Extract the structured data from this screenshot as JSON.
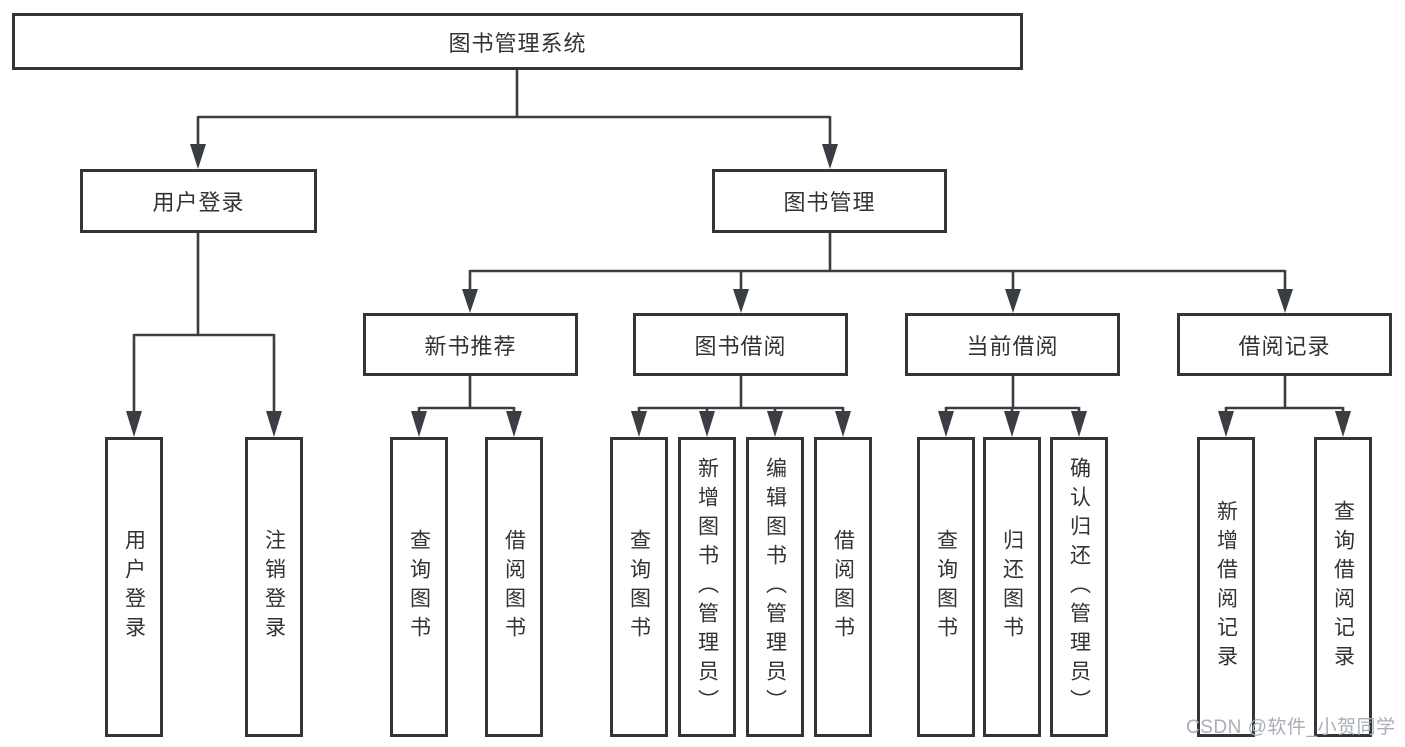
{
  "diagram": {
    "root": {
      "label": "图书管理系统"
    },
    "level2": [
      {
        "id": "user-login",
        "label": "用户登录"
      },
      {
        "id": "book-management",
        "label": "图书管理"
      }
    ],
    "level3": [
      {
        "id": "new-book-recommendation",
        "label": "新书推荐"
      },
      {
        "id": "book-borrowing",
        "label": "图书借阅"
      },
      {
        "id": "current-borrowing",
        "label": "当前借阅"
      },
      {
        "id": "borrowing-records",
        "label": "借阅记录"
      }
    ],
    "leaves": [
      {
        "id": "user-login-leaf",
        "label": "用户登录"
      },
      {
        "id": "logout",
        "label": "注销登录"
      },
      {
        "id": "query-books-recommend",
        "label": "查询图书"
      },
      {
        "id": "borrow-books-recommend",
        "label": "借阅图书"
      },
      {
        "id": "query-books-borrowing",
        "label": "查询图书"
      },
      {
        "id": "add-books-admin",
        "label": "新增图书（管理员）"
      },
      {
        "id": "edit-books-admin",
        "label": "编辑图书（管理员）"
      },
      {
        "id": "borrow-books-borrowing",
        "label": "借阅图书"
      },
      {
        "id": "query-books-current",
        "label": "查询图书"
      },
      {
        "id": "return-books",
        "label": "归还图书"
      },
      {
        "id": "confirm-return-admin",
        "label": "确认归还（管理员）"
      },
      {
        "id": "add-borrow-record",
        "label": "新增借阅记录"
      },
      {
        "id": "query-borrow-record",
        "label": "查询借阅记录"
      }
    ]
  },
  "watermark": "CSDN @软件_小贺同学",
  "colors": {
    "line": "#3a3d42",
    "box_border": "#333639",
    "text": "#333333",
    "watermark": "#a9aeb6",
    "background": "#ffffff"
  }
}
